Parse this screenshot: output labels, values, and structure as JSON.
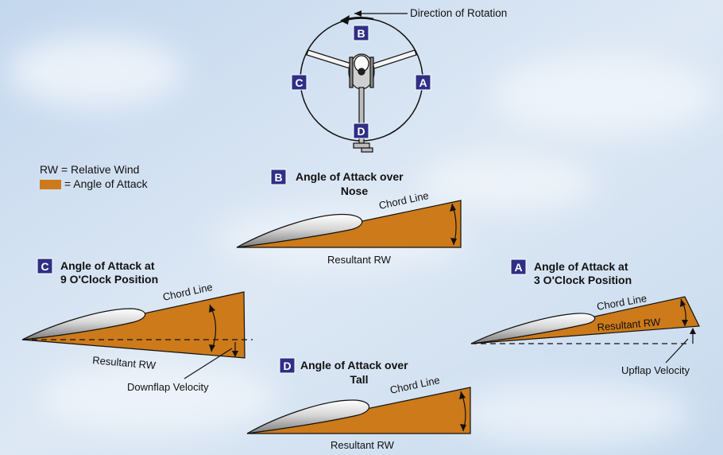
{
  "rotation_label": "Direction of Rotation",
  "rotor_badges": {
    "b": "B",
    "c": "C",
    "a": "A",
    "d": "D"
  },
  "legend": {
    "rw": "RW = Relative Wind",
    "aoa": "= Angle of Attack",
    "swatch_color": "#cc7a1a"
  },
  "panel_b": {
    "badge": "B",
    "title_line1": "Angle of Attack over",
    "title_line2": "Nose",
    "chord": "Chord Line",
    "resultant": "Resultant RW"
  },
  "panel_c": {
    "badge": "C",
    "title_line1": "Angle of Attack at",
    "title_line2": "9 O'Clock Position",
    "chord": "Chord Line",
    "resultant": "Resultant RW",
    "velocity": "Downflap Velocity"
  },
  "panel_a": {
    "badge": "A",
    "title_line1": "Angle of Attack at",
    "title_line2": "3 O'Clock Position",
    "chord": "Chord Line",
    "resultant": "Resultant RW",
    "velocity": "Upflap Velocity"
  },
  "panel_d": {
    "badge": "D",
    "title_line1": "Angle of Attack over",
    "title_line2": "Tall",
    "chord": "Chord Line",
    "resultant": "Resultant RW"
  },
  "colors": {
    "aoa_fill": "#cc7a1a",
    "badge_fill": "#2f2f86",
    "sky": "#c9dcef"
  }
}
